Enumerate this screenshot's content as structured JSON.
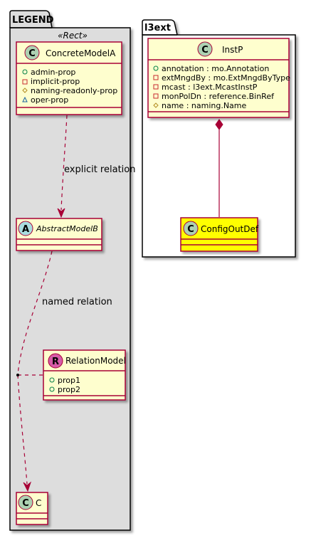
{
  "colors": {
    "class_fill": "#FEFECE",
    "class_border": "#A80036",
    "package_fill": "#DDDDDD",
    "config_fill": "#FFFF00",
    "circle_c": "#ADD1B2",
    "circle_a": "#A9DCDF",
    "circle_r": "#D65BA8"
  },
  "legend": {
    "title": "LEGEND",
    "stereotype": "«Rect»",
    "concrete": {
      "circle": "C",
      "name": "ConcreteModelA",
      "attrs": [
        {
          "visibility": "public",
          "text": "admin-prop"
        },
        {
          "visibility": "private",
          "text": "implicit-prop"
        },
        {
          "visibility": "protected",
          "text": "naming-readonly-prop"
        },
        {
          "visibility": "package",
          "text": "oper-prop"
        }
      ]
    },
    "abstract": {
      "circle": "A",
      "name": "AbstractModelB"
    },
    "relation_model": {
      "circle": "R",
      "name": "RelationModel",
      "attrs": [
        {
          "visibility": "public",
          "text": "prop1"
        },
        {
          "visibility": "public",
          "text": "prop2"
        }
      ]
    },
    "c_class": {
      "circle": "C",
      "name": "C"
    },
    "explicit_label": "explicit relation",
    "named_label": "named relation"
  },
  "l3ext": {
    "title": "l3ext",
    "instp": {
      "circle": "C",
      "name": "InstP",
      "attrs": [
        {
          "visibility": "public",
          "text": "annotation : mo.Annotation"
        },
        {
          "visibility": "private",
          "text": "extMngdBy : mo.ExtMngdByType"
        },
        {
          "visibility": "private",
          "text": "mcast : l3ext.McastInstP"
        },
        {
          "visibility": "private",
          "text": "monPolDn : reference.BinRef"
        },
        {
          "visibility": "protected",
          "text": "name : naming.Name"
        }
      ]
    },
    "config": {
      "circle": "C",
      "name": "ConfigOutDef"
    }
  }
}
